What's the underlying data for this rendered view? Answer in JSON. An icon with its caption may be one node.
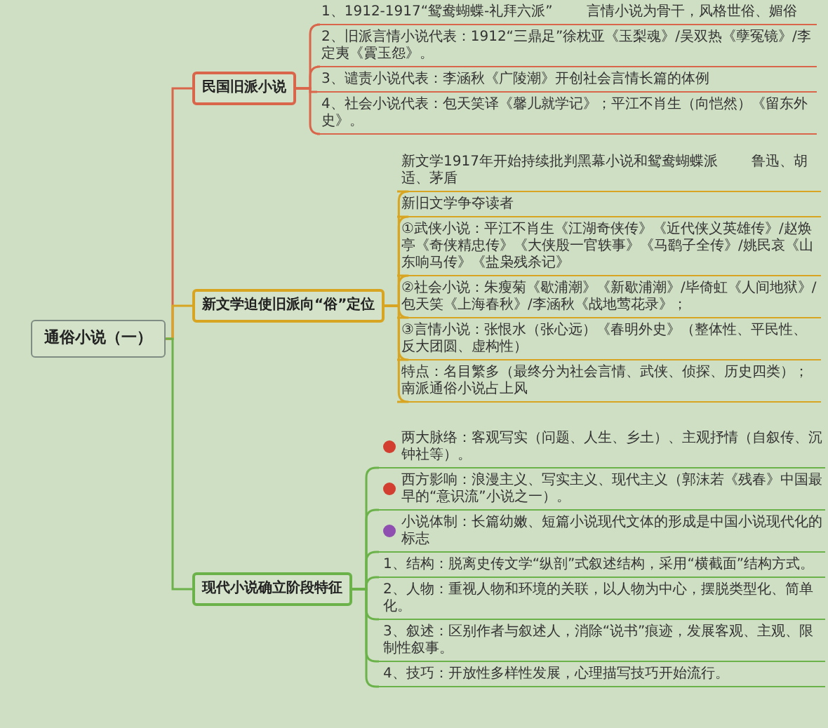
{
  "diagram": {
    "nodes": [
      {
        "text": [
          "通俗小说（一）"
        ]
      },
      {
        "text": [
          "民国旧派小说"
        ]
      },
      {
        "text": [
          "1、1912-1917“鸳鸯蝴蝶-礼拜六派”",
          "言情小说为骨干，风格世俗、媚俗"
        ]
      },
      {
        "text": [
          "2、旧派言情小说代表：1912“三鼎足”徐枕亚《玉梨魂》/吴双热《孽冤镜》/李定夷《霣玉怨》。"
        ]
      },
      {
        "text": [
          "3、谴责小说代表：李涵秋《广陵潮》开创社会言情长篇的体例"
        ]
      },
      {
        "text": [
          "4、社会小说代表：包天笑译《馨儿就学记》；平江不肖生（向恺然）《留东外史》。"
        ]
      },
      {
        "text": [
          "新文学迫使旧派向“俗”定位"
        ]
      },
      {
        "text": [
          "新文学1917年开始持续批判黑幕小说和鸳鸯蝴蝶派",
          "鲁迅、胡适、茅盾"
        ]
      },
      {
        "text": [
          "新旧文学争夺读者"
        ]
      },
      {
        "text": [
          "①武侠小说：平江不肖生《江湖奇侠传》《近代侠义英雄传》/赵焕亭《奇侠精忠传》《大侠殷一官轶事》《马鹞子全传》/姚民哀《山东响马传》《盐枭残杀记》"
        ]
      },
      {
        "text": [
          "②社会小说：朱瘦菊《歇浦潮》《新歇浦潮》/毕倚虹《人间地狱》/包天笑《上海春秋》/李涵秋《战地莺花录》；"
        ]
      },
      {
        "text": [
          "③言情小说：张恨水（张心远）《春明外史》（整体性、平民性、反大团圆、虚构性）"
        ]
      },
      {
        "text": [
          "特点：名目繁多（最终分为社会言情、武侠、侦探、历史四类）；南派通俗小说占上风"
        ]
      },
      {
        "text": [
          "现代小说确立阶段特征"
        ]
      },
      {
        "text": [
          "两大脉络：客观写实（问题、人生、乡土）、主观抒情（自叙传、沉钟社等）。"
        ]
      },
      {
        "text": [
          "西方影响：浪漫主义、写实主义、现代主义（郭沫若《残春》中国最早的“意识流”小说之一）。"
        ]
      },
      {
        "text": [
          "小说体制：长篇幼嫩、短篇小说现代文体的形成是中国小说现代化的标志"
        ]
      },
      {
        "text": [
          "1、结构：脱离史传文学“纵剖”式叙述结构，采用“横截面”结构方式。"
        ]
      },
      {
        "text": [
          "2、人物：重视人物和环境的关联，以人物为中心，摆脱类型化、简单化。"
        ]
      },
      {
        "text": [
          "3、叙述：区别作者与叙述人，消除“说书”痕迹，发展客观、主观、限制性叙事。"
        ]
      },
      {
        "text": [
          "4、技巧：开放性多样性发展，心理描写技巧开始流行。"
        ]
      }
    ],
    "edges": [
      {
        "from": 0,
        "to": 1,
        "arrow": "none",
        "color": "#d9654b"
      },
      {
        "from": 0,
        "to": 6,
        "arrow": "none",
        "color": "#d8a522"
      },
      {
        "from": 0,
        "to": 13,
        "arrow": "none",
        "color": "#6cb24a"
      },
      {
        "from": 1,
        "to": 2,
        "arrow": "none",
        "color": "#d9654b"
      },
      {
        "from": 1,
        "to": 3,
        "arrow": "none",
        "color": "#d9654b"
      },
      {
        "from": 1,
        "to": 4,
        "arrow": "none",
        "color": "#d9654b"
      },
      {
        "from": 1,
        "to": 5,
        "arrow": "none",
        "color": "#d9654b"
      },
      {
        "from": 6,
        "to": 7,
        "arrow": "none",
        "color": "#d8a522"
      },
      {
        "from": 6,
        "to": 8,
        "arrow": "none",
        "color": "#d8a522"
      },
      {
        "from": 6,
        "to": 9,
        "arrow": "none",
        "color": "#d8a522"
      },
      {
        "from": 6,
        "to": 10,
        "arrow": "none",
        "color": "#d8a522"
      },
      {
        "from": 6,
        "to": 11,
        "arrow": "none",
        "color": "#d8a522"
      },
      {
        "from": 6,
        "to": 12,
        "arrow": "none",
        "color": "#d8a522"
      },
      {
        "from": 13,
        "to": 14,
        "arrow": "none",
        "color": "#6cb24a"
      },
      {
        "from": 13,
        "to": 15,
        "arrow": "none",
        "color": "#6cb24a"
      },
      {
        "from": 13,
        "to": 16,
        "arrow": "none",
        "color": "#6cb24a"
      },
      {
        "from": 13,
        "to": 17,
        "arrow": "none",
        "color": "#6cb24a"
      },
      {
        "from": 13,
        "to": 18,
        "arrow": "none",
        "color": "#6cb24a"
      },
      {
        "from": 13,
        "to": 19,
        "arrow": "none",
        "color": "#6cb24a"
      },
      {
        "from": 13,
        "to": 20,
        "arrow": "none",
        "color": "#6cb24a"
      }
    ]
  }
}
